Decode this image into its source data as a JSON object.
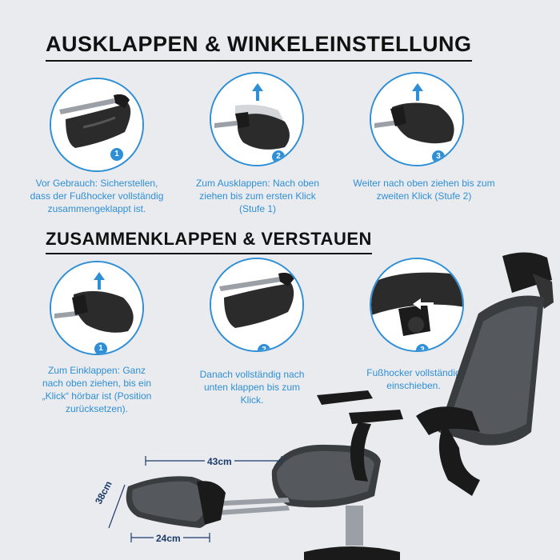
{
  "section1": {
    "title": "AUSKLAPPEN & WINKELEINSTELLUNG",
    "steps": [
      {
        "number": "1",
        "text": "Vor Gebrauch: Sicherstellen, dass der Fußhocker vollständig zusammengeklappt ist."
      },
      {
        "number": "2",
        "text": "Zum Ausklappen: Nach oben ziehen bis zum ersten Klick (Stufe 1)"
      },
      {
        "number": "3",
        "text": "Weiter nach oben ziehen bis zum zweiten Klick (Stufe 2)"
      }
    ]
  },
  "section2": {
    "title": "ZUSAMMENKLAPPEN & VERSTAUEN",
    "steps": [
      {
        "number": "1",
        "text": "Zum Einklappen: Ganz nach oben ziehen, bis ein „Klick“ hörbar ist (Position zurücksetzen)."
      },
      {
        "number": "2",
        "text": "Danach vollständig nach unten klappen bis zum Klick."
      },
      {
        "number": "3",
        "text": "Fußhocker vollständig einschieben."
      }
    ]
  },
  "dimensions": {
    "width": "43cm",
    "depth": "38cm",
    "footrest": "24cm"
  },
  "colors": {
    "accent": "#2f8fd6",
    "text_dark": "#111111",
    "background": "#e9ebee"
  },
  "icons": {
    "arrow_up": "arrow-up-icon",
    "arrow_left": "arrow-left-icon"
  }
}
